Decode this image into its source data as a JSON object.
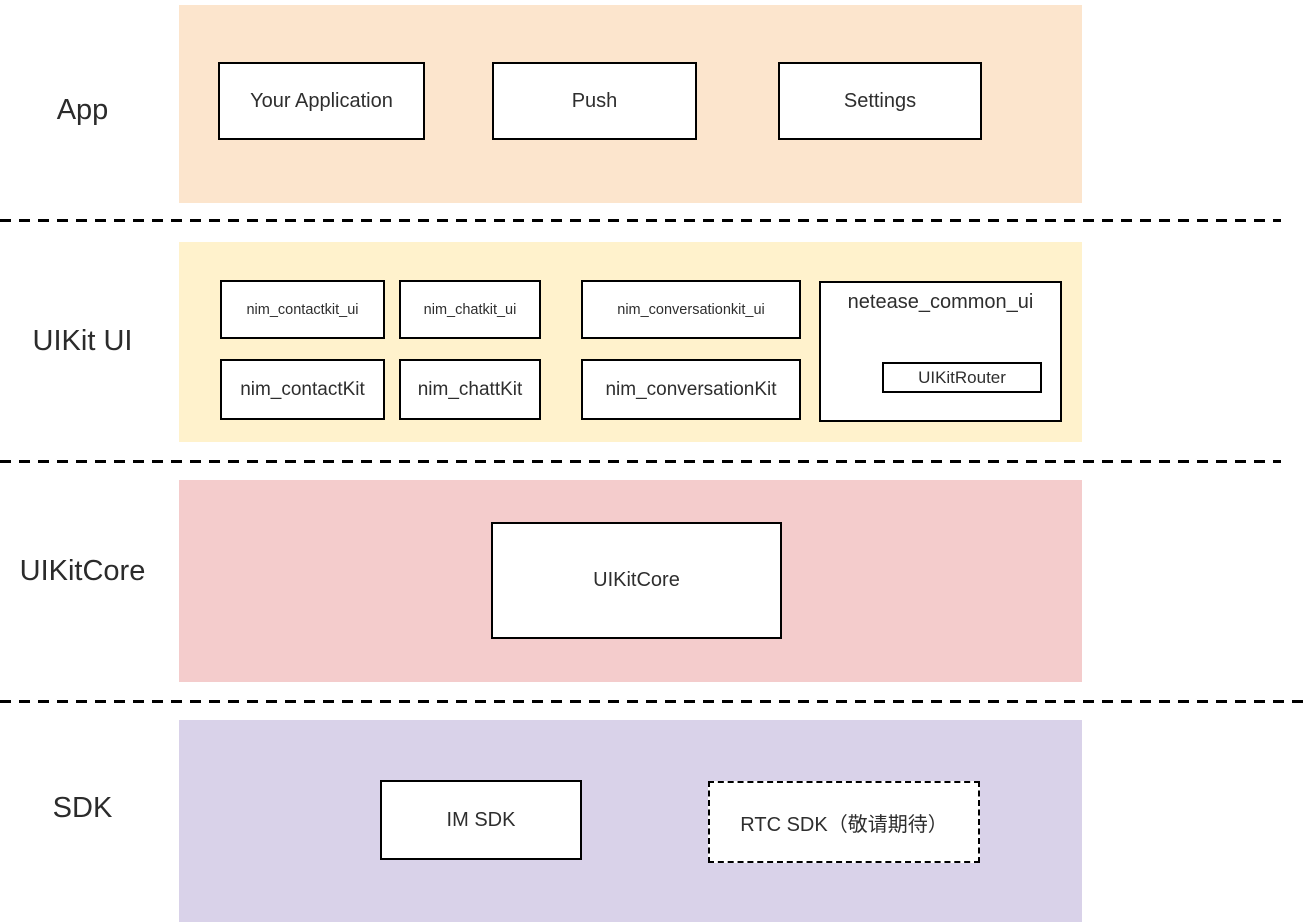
{
  "diagram": {
    "colors": {
      "app_band": "#fce5cd",
      "uikit_band": "#fff2cc",
      "core_band": "#f4cccc",
      "sdk_band": "#d9d2e9",
      "box_border": "#000000",
      "separator": "#000000"
    },
    "layers": {
      "app": {
        "label": "App",
        "boxes": {
          "your_application": "Your Application",
          "push": "Push",
          "settings": "Settings"
        }
      },
      "uikit_ui": {
        "label": "UIKit UI",
        "row1": {
          "contactkit_ui": "nim_contactkit_ui",
          "chatkit_ui": "nim_chatkit_ui",
          "conversationkit_ui": "nim_conversationkit_ui"
        },
        "row2": {
          "contactkit": "nim_contactKit",
          "chattkit": "nim_chattKit",
          "conversationkit": "nim_conversationKit"
        },
        "common": {
          "label": "netease_common_ui",
          "router": "UIKitRouter"
        }
      },
      "uikitcore": {
        "label": "UIKitCore",
        "box": "UIKitCore"
      },
      "sdk": {
        "label": "SDK",
        "im_sdk": "IM SDK",
        "rtc_sdk": "RTC SDK（敬请期待）"
      }
    }
  }
}
